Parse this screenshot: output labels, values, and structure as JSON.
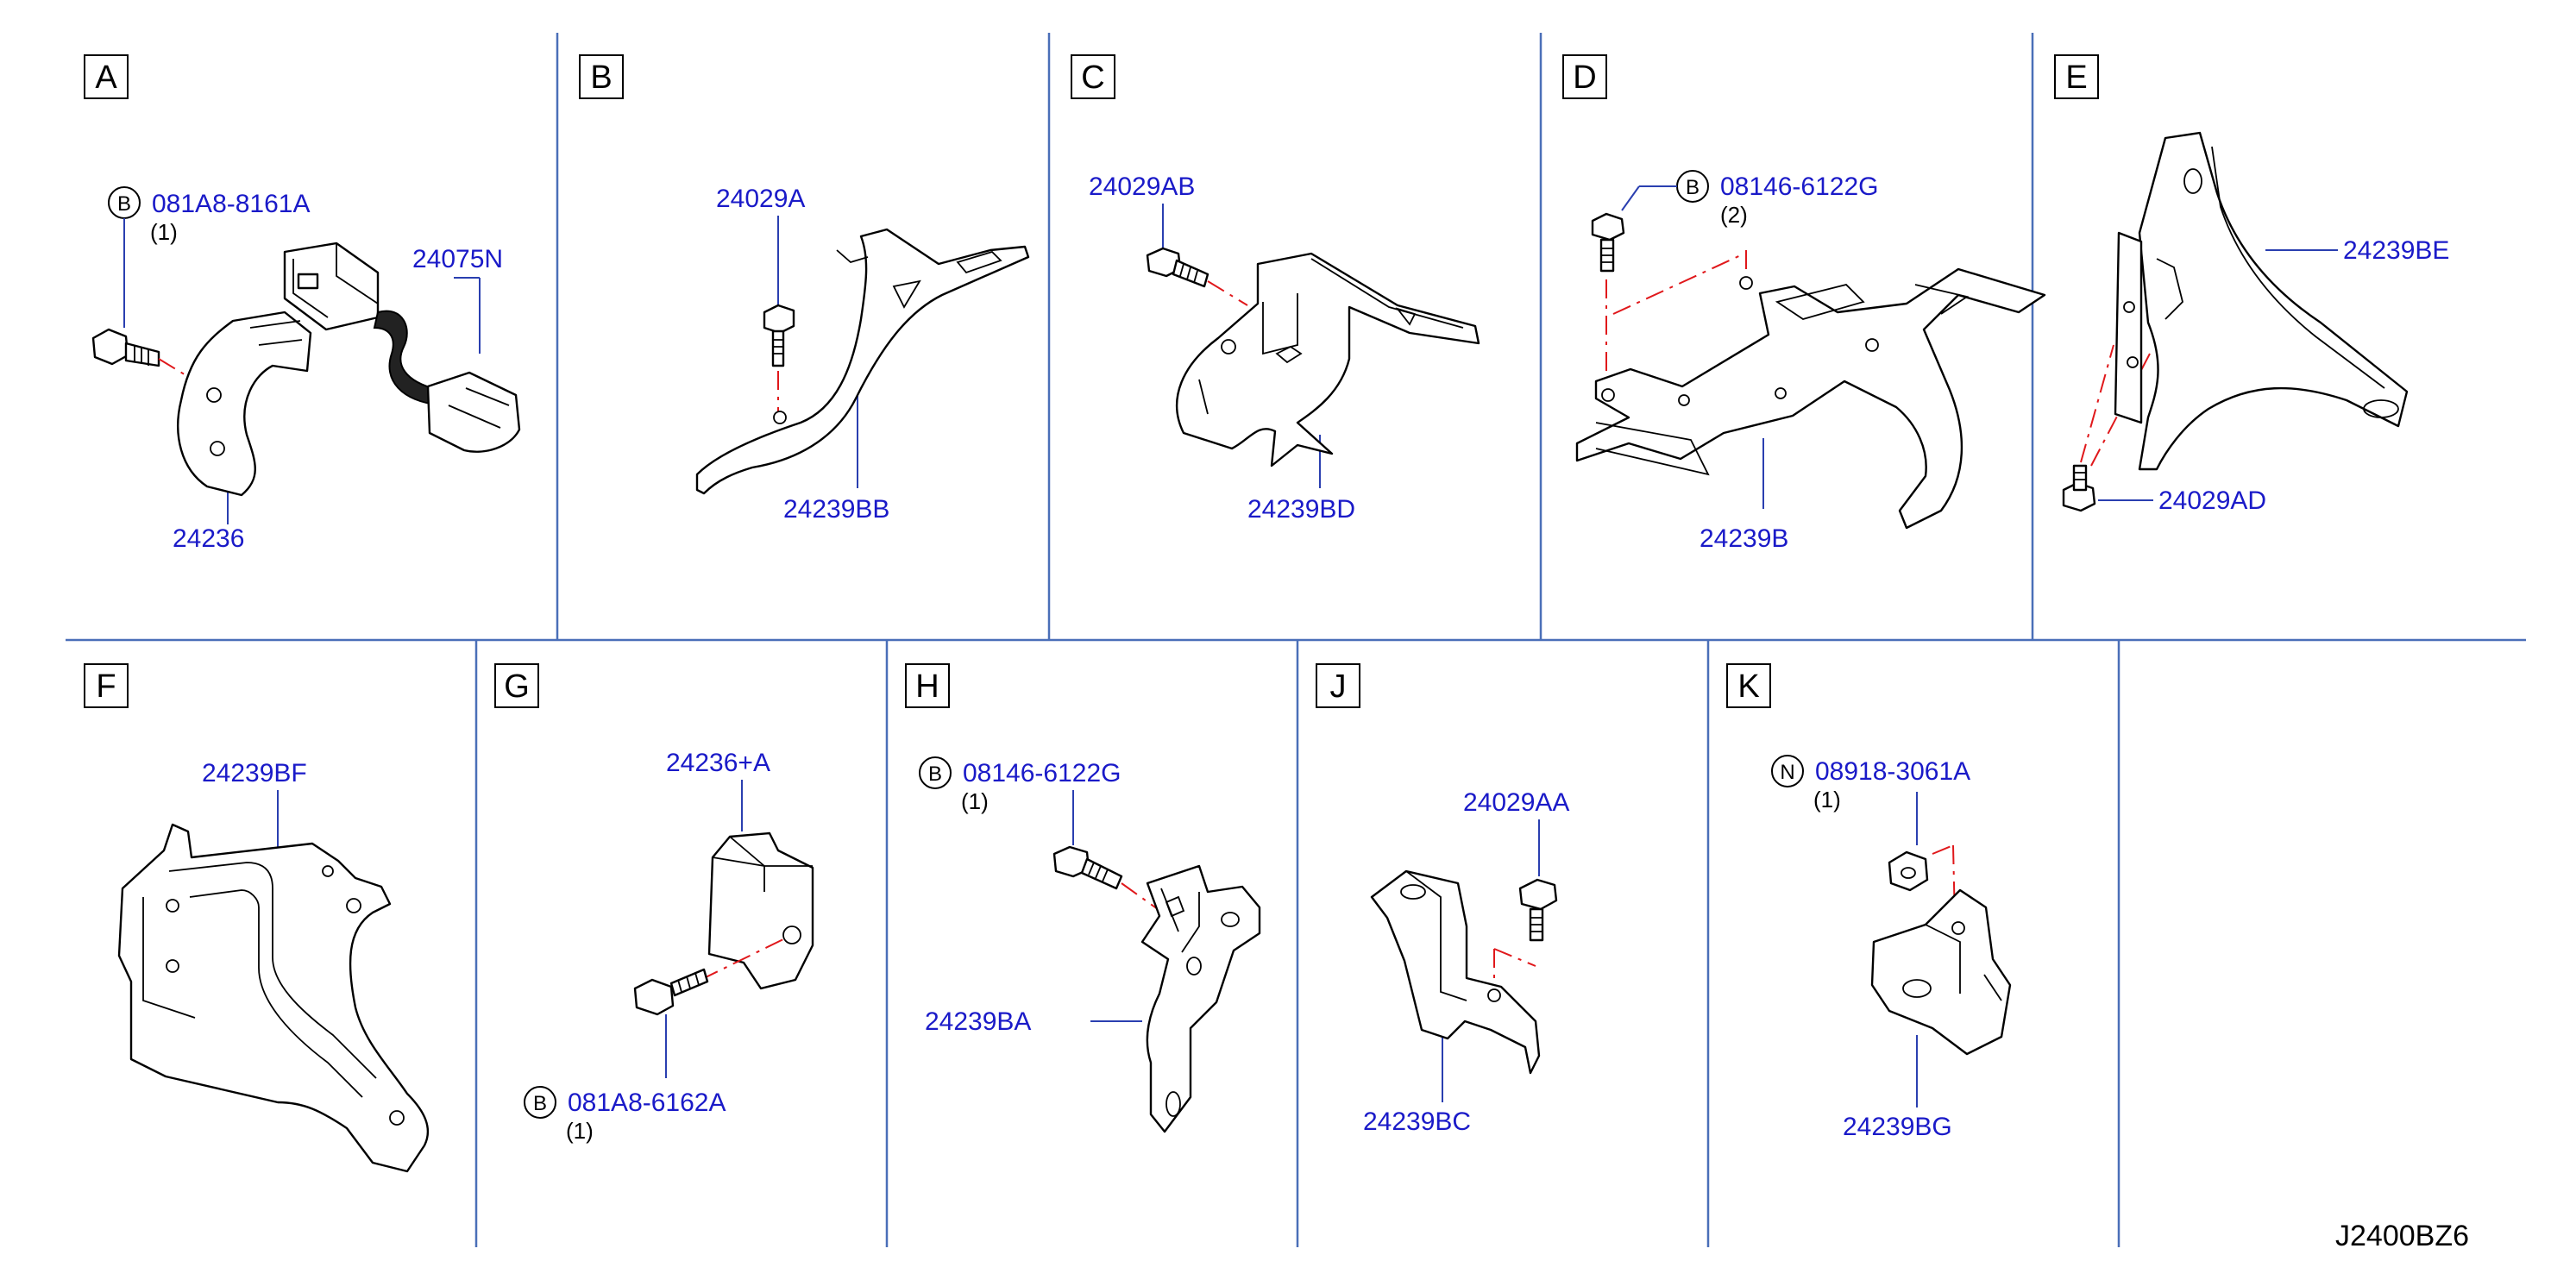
{
  "diagram_code": "J2400BZ6",
  "sections": [
    {
      "letter": "A",
      "labels": {
        "bolt_badge": "B",
        "bolt": "081A8-8161A",
        "bolt_qty": "(1)",
        "harness": "24075N",
        "bracket": "24236"
      }
    },
    {
      "letter": "B",
      "labels": {
        "bolt": "24029A",
        "bracket": "24239BB"
      }
    },
    {
      "letter": "C",
      "labels": {
        "bolt": "24029AB",
        "bracket": "24239BD"
      }
    },
    {
      "letter": "D",
      "labels": {
        "bolt_badge": "B",
        "bolt": "08146-6122G",
        "bolt_qty": "(2)",
        "bracket": "24239B"
      }
    },
    {
      "letter": "E",
      "labels": {
        "bracket": "24239BE",
        "bolt": "24029AD"
      }
    },
    {
      "letter": "F",
      "labels": {
        "bracket": "24239BF"
      }
    },
    {
      "letter": "G",
      "labels": {
        "bracket": "24236+A",
        "bolt_badge": "B",
        "bolt": "081A8-6162A",
        "bolt_qty": "(1)"
      }
    },
    {
      "letter": "H",
      "labels": {
        "bolt_badge": "B",
        "bolt": "08146-6122G",
        "bolt_qty": "(1)",
        "bracket": "24239BA"
      }
    },
    {
      "letter": "J",
      "labels": {
        "bolt": "24029AA",
        "bracket": "24239BC"
      }
    },
    {
      "letter": "K",
      "labels": {
        "nut_badge": "N",
        "nut": "08918-3061A",
        "nut_qty": "(1)",
        "bracket": "24239BG"
      }
    }
  ]
}
